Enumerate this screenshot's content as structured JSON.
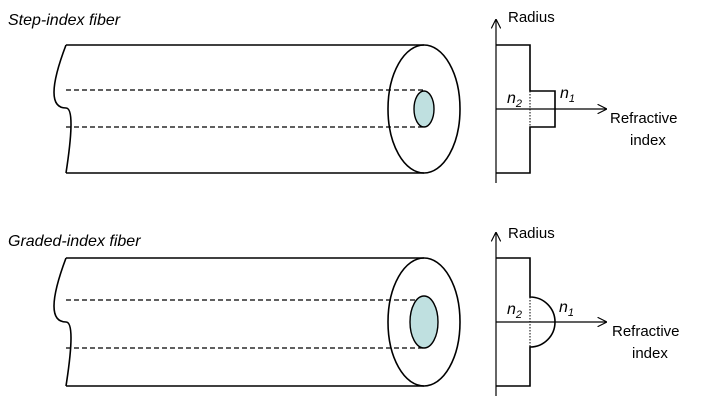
{
  "diagrams": [
    {
      "title": "Step-index fiber",
      "profile": "step",
      "axis_y_label": "Radius",
      "axis_x_label_line1": "Refractive",
      "axis_x_label_line2": "index",
      "n2_label": "n",
      "n2_sub": "2",
      "n1_label": "n",
      "n1_sub": "1",
      "core_color": "#bfe0e0"
    },
    {
      "title": "Graded-index fiber",
      "profile": "graded",
      "axis_y_label": "Radius",
      "axis_x_label_line1": "Refractive",
      "axis_x_label_line2": "index",
      "n2_label": "n",
      "n2_sub": "2",
      "n1_label": "n",
      "n1_sub": "1",
      "core_color": "#bfe0e0"
    }
  ]
}
